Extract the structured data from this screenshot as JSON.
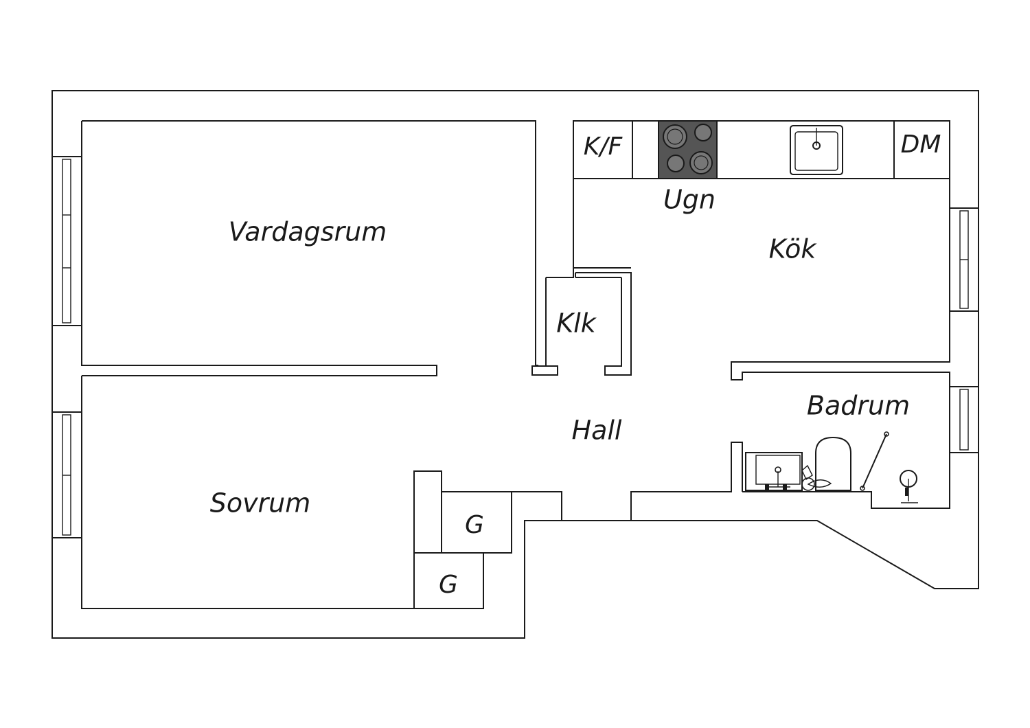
{
  "floor_plan": {
    "rooms": {
      "living_room": "Vardagsrum",
      "kitchen": "Kök",
      "bedroom": "Sovrum",
      "hall": "Hall",
      "bathroom": "Badrum",
      "closet": "Klk",
      "wardrobe_1": "G",
      "wardrobe_2": "G"
    },
    "appliances": {
      "fridge_freezer": "K/F",
      "dishwasher": "DM",
      "oven": "Ugn"
    },
    "colors": {
      "line": "#1a1a1a",
      "background": "#ffffff",
      "stove_fill": "#555555"
    }
  }
}
